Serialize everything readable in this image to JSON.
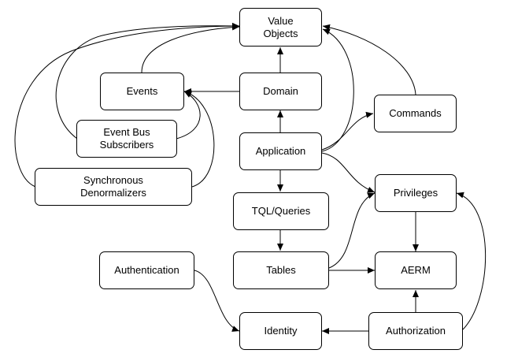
{
  "diagram": {
    "nodes": {
      "value_objects": "Value\nObjects",
      "domain": "Domain",
      "events": "Events",
      "commands": "Commands",
      "event_bus_subscribers": "Event Bus\nSubscribers",
      "application": "Application",
      "synchronous_denormalizers": "Synchronous\nDenormalizers",
      "privileges": "Privileges",
      "tql_queries": "TQL/Queries",
      "authentication": "Authentication",
      "tables": "Tables",
      "aerm": "AERM",
      "identity": "Identity",
      "authorization": "Authorization"
    },
    "edges": [
      {
        "from": "domain",
        "to": "value_objects"
      },
      {
        "from": "domain",
        "to": "events"
      },
      {
        "from": "application",
        "to": "domain"
      },
      {
        "from": "application",
        "to": "value_objects"
      },
      {
        "from": "application",
        "to": "commands"
      },
      {
        "from": "application",
        "to": "tql_queries"
      },
      {
        "from": "application",
        "to": "privileges"
      },
      {
        "from": "events",
        "to": "value_objects"
      },
      {
        "from": "commands",
        "to": "value_objects"
      },
      {
        "from": "event_bus_subscribers",
        "to": "value_objects"
      },
      {
        "from": "event_bus_subscribers",
        "to": "events"
      },
      {
        "from": "synchronous_denormalizers",
        "to": "value_objects"
      },
      {
        "from": "synchronous_denormalizers",
        "to": "events"
      },
      {
        "from": "tql_queries",
        "to": "tables"
      },
      {
        "from": "tables",
        "to": "privileges"
      },
      {
        "from": "tables",
        "to": "aerm"
      },
      {
        "from": "privileges",
        "to": "aerm"
      },
      {
        "from": "authentication",
        "to": "identity"
      },
      {
        "from": "authorization",
        "to": "identity"
      },
      {
        "from": "authorization",
        "to": "aerm"
      },
      {
        "from": "authorization",
        "to": "privileges"
      }
    ]
  }
}
